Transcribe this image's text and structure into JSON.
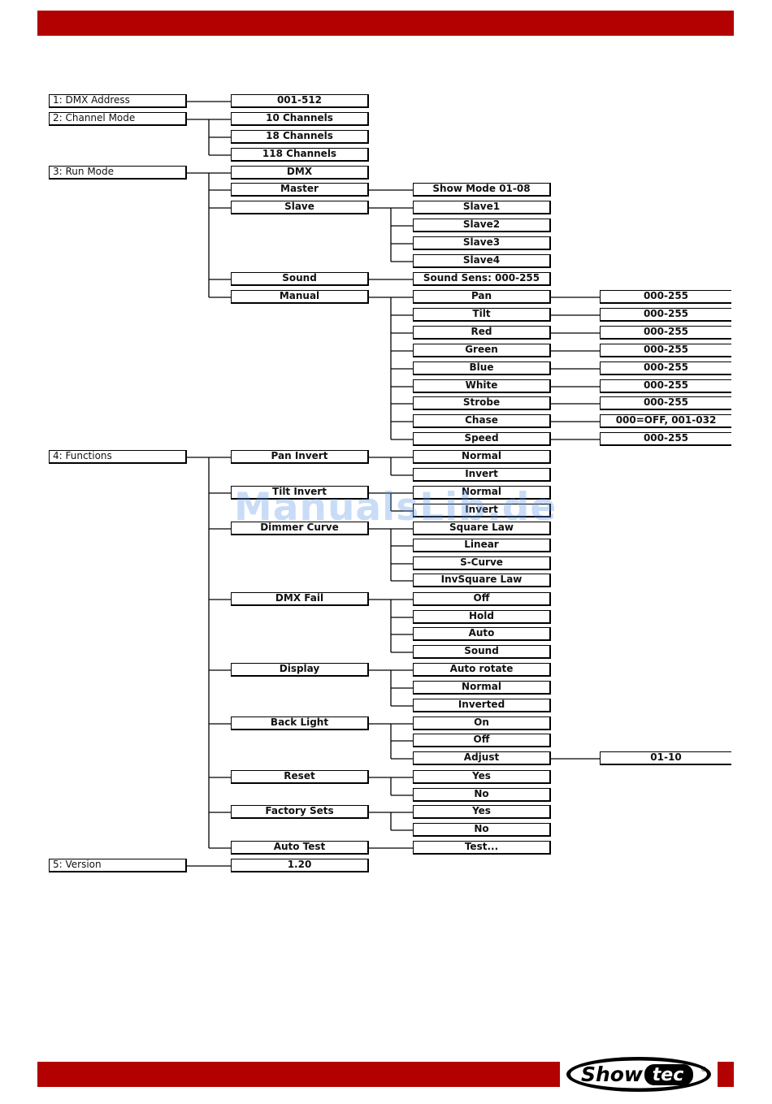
{
  "colors": {
    "brand_red": "#b30000",
    "watermark": "#5a96e6"
  },
  "menu": {
    "dmx_address": {
      "label": "1: DMX Address",
      "options": [
        "001-512"
      ]
    },
    "channel_mode": {
      "label": "2: Channel Mode",
      "options": [
        "10 Channels",
        "18 Channels",
        "118 Channels"
      ]
    },
    "run_mode": {
      "label": "3: Run Mode",
      "dmx": "DMX",
      "master": {
        "label": "Master",
        "option": "Show Mode 01-08"
      },
      "slave": {
        "label": "Slave",
        "options": [
          "Slave1",
          "Slave2",
          "Slave3",
          "Slave4"
        ]
      },
      "sound": {
        "label": "Sound",
        "option": "Sound Sens: 000-255"
      },
      "manual": {
        "label": "Manual",
        "items": [
          {
            "name": "Pan",
            "range": "000-255"
          },
          {
            "name": "Tilt",
            "range": "000-255"
          },
          {
            "name": "Red",
            "range": "000-255"
          },
          {
            "name": "Green",
            "range": "000-255"
          },
          {
            "name": "Blue",
            "range": "000-255"
          },
          {
            "name": "White",
            "range": "000-255"
          },
          {
            "name": "Strobe",
            "range": "000-255"
          },
          {
            "name": "Chase",
            "range": "000=OFF, 001-032"
          },
          {
            "name": "Speed",
            "range": "000-255"
          }
        ]
      }
    },
    "functions": {
      "label": "4: Functions",
      "pan_invert": {
        "label": "Pan Invert",
        "options": [
          "Normal",
          "Invert"
        ]
      },
      "tilt_invert": {
        "label": "Tilt Invert",
        "options": [
          "Normal",
          "Invert"
        ]
      },
      "dimmer_curve": {
        "label": "Dimmer Curve",
        "options": [
          "Square Law",
          "Linear",
          "S-Curve",
          "InvSquare Law"
        ]
      },
      "dmx_fail": {
        "label": "DMX Fail",
        "options": [
          "Off",
          "Hold",
          "Auto",
          "Sound"
        ]
      },
      "display": {
        "label": "Display",
        "options": [
          "Auto rotate",
          "Normal",
          "Inverted"
        ]
      },
      "back_light": {
        "label": "Back Light",
        "options": [
          "On",
          "Off",
          "Adjust"
        ],
        "adjust_range": "01-10"
      },
      "reset": {
        "label": "Reset",
        "options": [
          "Yes",
          "No"
        ]
      },
      "factory_sets": {
        "label": "Factory Sets",
        "options": [
          "Yes",
          "No"
        ]
      },
      "auto_test": {
        "label": "Auto Test",
        "option": "Test..."
      }
    },
    "version": {
      "label": "5: Version",
      "value": "1.20"
    }
  },
  "watermark_text": "ManualsLib.de",
  "logo": {
    "text_a": "Show",
    "text_b": "tec",
    "mark": "®"
  }
}
